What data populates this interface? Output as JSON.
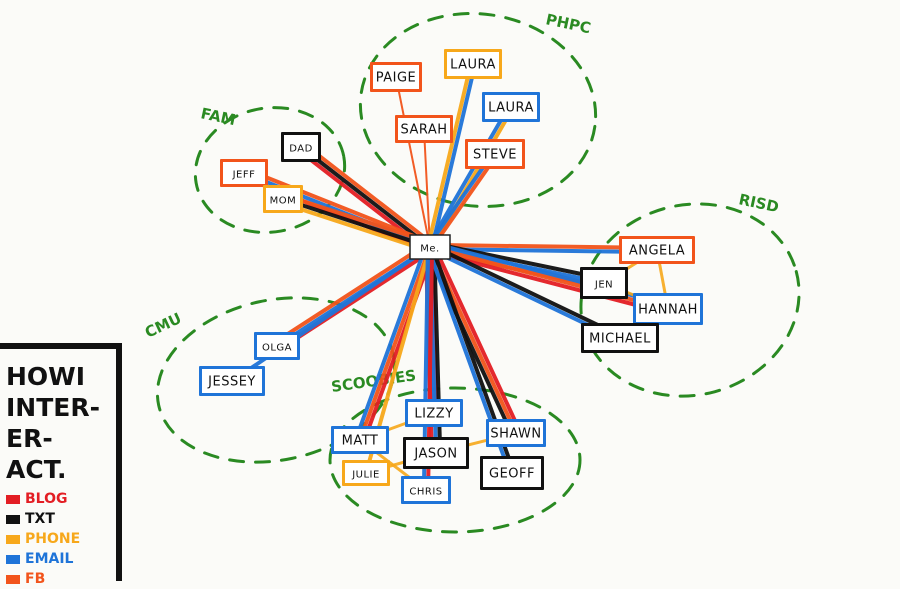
{
  "center": {
    "label": "Me."
  },
  "groups": [
    {
      "id": "fam",
      "label": "FAM"
    },
    {
      "id": "phpc",
      "label": "PHPC"
    },
    {
      "id": "risd",
      "label": "RISD"
    },
    {
      "id": "cmu",
      "label": "CMU"
    },
    {
      "id": "scoobies",
      "label": "SCOOBIES"
    }
  ],
  "nodes": [
    {
      "id": "dad",
      "label": "DAD",
      "group": "fam",
      "border": "black"
    },
    {
      "id": "jeff",
      "label": "JEFF",
      "group": "fam",
      "border": "orange"
    },
    {
      "id": "mom",
      "label": "MOM",
      "group": "fam",
      "border": "yellow"
    },
    {
      "id": "paige",
      "label": "PAIGE",
      "group": "phpc",
      "border": "orange"
    },
    {
      "id": "laura1",
      "label": "LAURA",
      "group": "phpc",
      "border": "yellow"
    },
    {
      "id": "laura2",
      "label": "LAURA",
      "group": "phpc",
      "border": "blue"
    },
    {
      "id": "sarah",
      "label": "SARAH",
      "group": "phpc",
      "border": "orange"
    },
    {
      "id": "steve",
      "label": "STEVE",
      "group": "phpc",
      "border": "orange"
    },
    {
      "id": "angela",
      "label": "ANGELA",
      "group": "risd",
      "border": "orange"
    },
    {
      "id": "jen",
      "label": "JEN",
      "group": "risd",
      "border": "black"
    },
    {
      "id": "hannah",
      "label": "HANNAH",
      "group": "risd",
      "border": "blue"
    },
    {
      "id": "michael",
      "label": "MICHAEL",
      "group": "risd",
      "border": "black"
    },
    {
      "id": "olga",
      "label": "OLGA",
      "group": "cmu",
      "border": "blue"
    },
    {
      "id": "jessey",
      "label": "JESSEY",
      "group": "cmu",
      "border": "blue"
    },
    {
      "id": "lizzy",
      "label": "LIZZY",
      "group": "scoobies",
      "border": "blue"
    },
    {
      "id": "matt",
      "label": "MATT",
      "group": "scoobies",
      "border": "blue"
    },
    {
      "id": "shawn",
      "label": "SHAWN",
      "group": "scoobies",
      "border": "blue"
    },
    {
      "id": "jason",
      "label": "JASON",
      "group": "scoobies",
      "border": "black"
    },
    {
      "id": "julie",
      "label": "JULIE",
      "group": "scoobies",
      "border": "yellow"
    },
    {
      "id": "geoff",
      "label": "GEOFF",
      "group": "scoobies",
      "border": "black"
    },
    {
      "id": "chris",
      "label": "CHRIS",
      "group": "scoobies",
      "border": "blue"
    }
  ],
  "edges": [
    {
      "to": "dad",
      "via": [
        "blog",
        "txt",
        "fb"
      ]
    },
    {
      "to": "jeff",
      "via": [
        "blog",
        "email",
        "fb"
      ]
    },
    {
      "to": "mom",
      "via": [
        "phone",
        "txt",
        "fb"
      ]
    },
    {
      "to": "paige",
      "via": [
        "fb"
      ]
    },
    {
      "to": "sarah",
      "via": [
        "fb"
      ]
    },
    {
      "to": "laura1",
      "via": [
        "phone",
        "email"
      ]
    },
    {
      "to": "laura2",
      "via": [
        "email",
        "phone"
      ]
    },
    {
      "to": "steve",
      "via": [
        "email",
        "fb"
      ]
    },
    {
      "to": "angela",
      "via": [
        "fb",
        "email"
      ]
    },
    {
      "to": "jen",
      "via": [
        "txt",
        "email",
        "fb"
      ]
    },
    {
      "to": "hannah",
      "via": [
        "email",
        "fb",
        "blog"
      ]
    },
    {
      "to": "michael",
      "via": [
        "txt",
        "email"
      ]
    },
    {
      "to": "olga",
      "via": [
        "blog",
        "email",
        "fb"
      ]
    },
    {
      "to": "jessey",
      "via": [
        "email"
      ]
    },
    {
      "to": "lizzy",
      "via": [
        "blog",
        "email"
      ]
    },
    {
      "to": "matt",
      "via": [
        "blog",
        "fb",
        "email"
      ]
    },
    {
      "to": "shawn",
      "via": [
        "blog",
        "fb",
        "txt"
      ]
    },
    {
      "to": "jason",
      "via": [
        "txt",
        "email",
        "blog"
      ]
    },
    {
      "to": "julie",
      "via": [
        "phone"
      ]
    },
    {
      "to": "geoff",
      "via": [
        "txt",
        "email"
      ]
    },
    {
      "to": "chris",
      "via": [
        "blog",
        "email"
      ]
    }
  ],
  "legend": {
    "title_lines": [
      "HOWI",
      "INTER-",
      "ER-",
      "ACT."
    ],
    "items": [
      {
        "key": "blog",
        "label": "BLOG",
        "color": "#e31e24"
      },
      {
        "key": "txt",
        "label": "TXT",
        "color": "#111111"
      },
      {
        "key": "phone",
        "label": "PHONE",
        "color": "#f7a81b"
      },
      {
        "key": "email",
        "label": "EMAIL",
        "color": "#1f74d8"
      },
      {
        "key": "fb",
        "label": "FB",
        "color": "#f2541b"
      }
    ]
  },
  "colors": {
    "blog": "#e31e24",
    "txt": "#111111",
    "phone": "#f7a81b",
    "email": "#1f74d8",
    "fb": "#f2541b",
    "black": "#111111",
    "orange": "#f2541b",
    "yellow": "#f7a81b",
    "blue": "#1f74d8",
    "red": "#e31e24",
    "group_outline": "#2a8a22"
  }
}
